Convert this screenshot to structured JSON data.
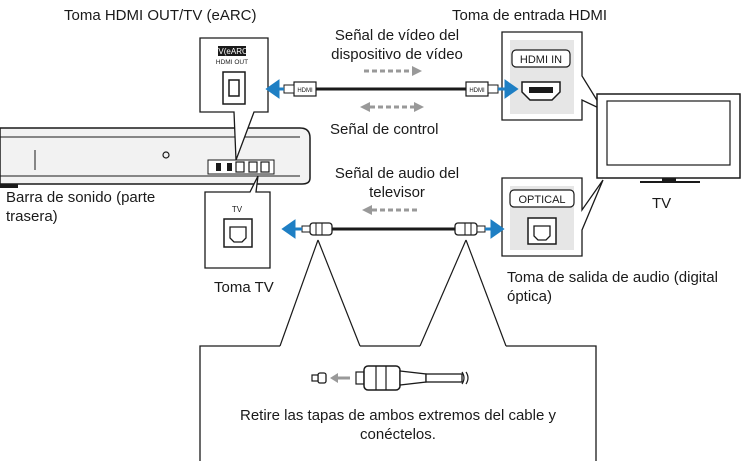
{
  "labels": {
    "hdmi_out_tv_jack": "Toma HDMI OUT/TV (eARC)",
    "hdmi_input_jack": "Toma de entrada HDMI",
    "video_signal": "Señal de vídeo del dispositivo de vídeo",
    "control_signal": "Señal de control",
    "soundbar_rear": "Barra de sonido (parte trasera)",
    "tv_audio_signal": "Señal de audio del televisor",
    "tv": "TV",
    "tv_jack": "Toma TV",
    "audio_output_jack": "Toma de salida de audio (digital óptica)",
    "cap_instruction": "Retire las tapas de ambos extremos del cable y conéctelos."
  },
  "panel_text": {
    "tv_earc": "TV(eARC)",
    "hdmi_out": "HDMI OUT",
    "hdmi_in": "HDMI IN",
    "optical": "OPTICAL",
    "tv_port": "TV",
    "hdmi_plug": "HDMI"
  },
  "colors": {
    "arrow_blue": "#1e7fc4",
    "line": "#1a1a1a",
    "gray": "#bfbfbf",
    "panel_fill": "#e6e6e6"
  }
}
